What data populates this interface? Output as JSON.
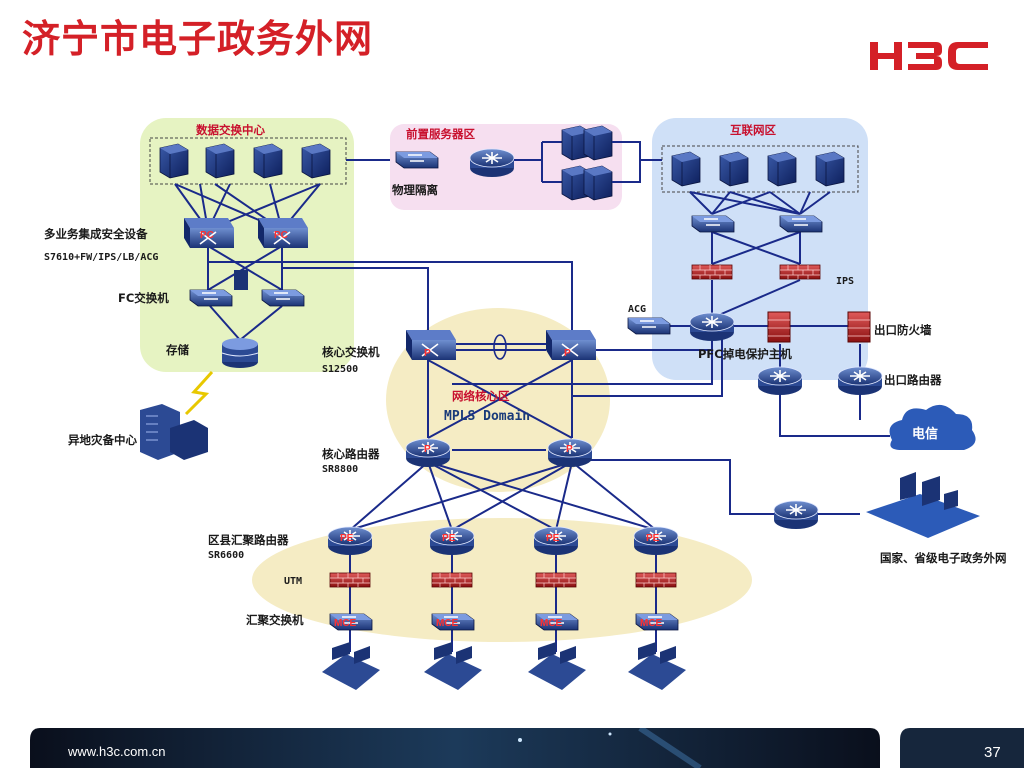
{
  "title": "济宁市电子政务外网",
  "logo_text": "H3C",
  "zones": {
    "data_exchange": "数据交换中心",
    "front_servers": "前置服务器区",
    "internet": "互联网区",
    "core": "网络核心区"
  },
  "labels": {
    "multi_service_device": "多业务集成安全设备",
    "multi_service_model": "S7610+FW/IPS/LB/ACG",
    "fc_switch": "FC交换机",
    "storage": "存储",
    "disaster_center": "异地灾备中心",
    "physical_isolation": "物理隔离",
    "core_switch": "核心交换机",
    "core_switch_model": "S12500",
    "mpls_domain": "MPLS  Domain",
    "core_router": "核心路由器",
    "core_router_model": "SR8800",
    "district_router": "区县汇聚路由器",
    "district_router_model": "SR6600",
    "utm": "UTM",
    "agg_switch": "汇聚交换机",
    "ips": "IPS",
    "acg": "ACG",
    "pfc_host": "PFC掉电保护主机",
    "exit_firewall": "出口防火墙",
    "exit_router": "出口路由器",
    "telecom": "电信",
    "national_network": "国家、省级电子政务外网"
  },
  "device_tags": {
    "pe": "PE",
    "p": "P",
    "mce": "MCE",
    "pc": "PC"
  },
  "footer": {
    "url": "www.h3c.com.cn",
    "page": "37"
  },
  "colors": {
    "title": "#d42027",
    "line": "#1a2a8a",
    "zone_green": "#e6f3c2",
    "zone_pink": "#f6dff0",
    "zone_blue": "#cfe0f7",
    "zone_core": "#f5ecc4"
  }
}
